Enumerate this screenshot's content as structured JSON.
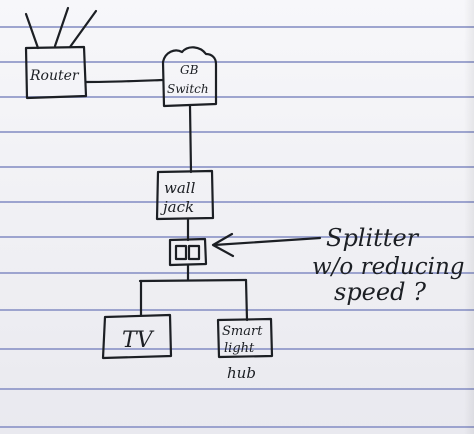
{
  "nodes": {
    "router": {
      "label": "Router"
    },
    "switch": {
      "label_line1": "GB",
      "label_line2": "Switch"
    },
    "wall_jack": {
      "label_line1": "wall",
      "label_line2": "jack"
    },
    "splitter": {
      "label": ""
    },
    "tv": {
      "label": "TV"
    },
    "hub": {
      "label_line1": "Smart",
      "label_line2": "light",
      "label_line3": "hub"
    }
  },
  "annotation": {
    "line1": "Splitter",
    "line2": "w/o reducing",
    "line3": "speed ?"
  },
  "colors": {
    "ink": "#1c1f24",
    "rule": "#8e96c8",
    "paper": "#f4f4f7"
  }
}
